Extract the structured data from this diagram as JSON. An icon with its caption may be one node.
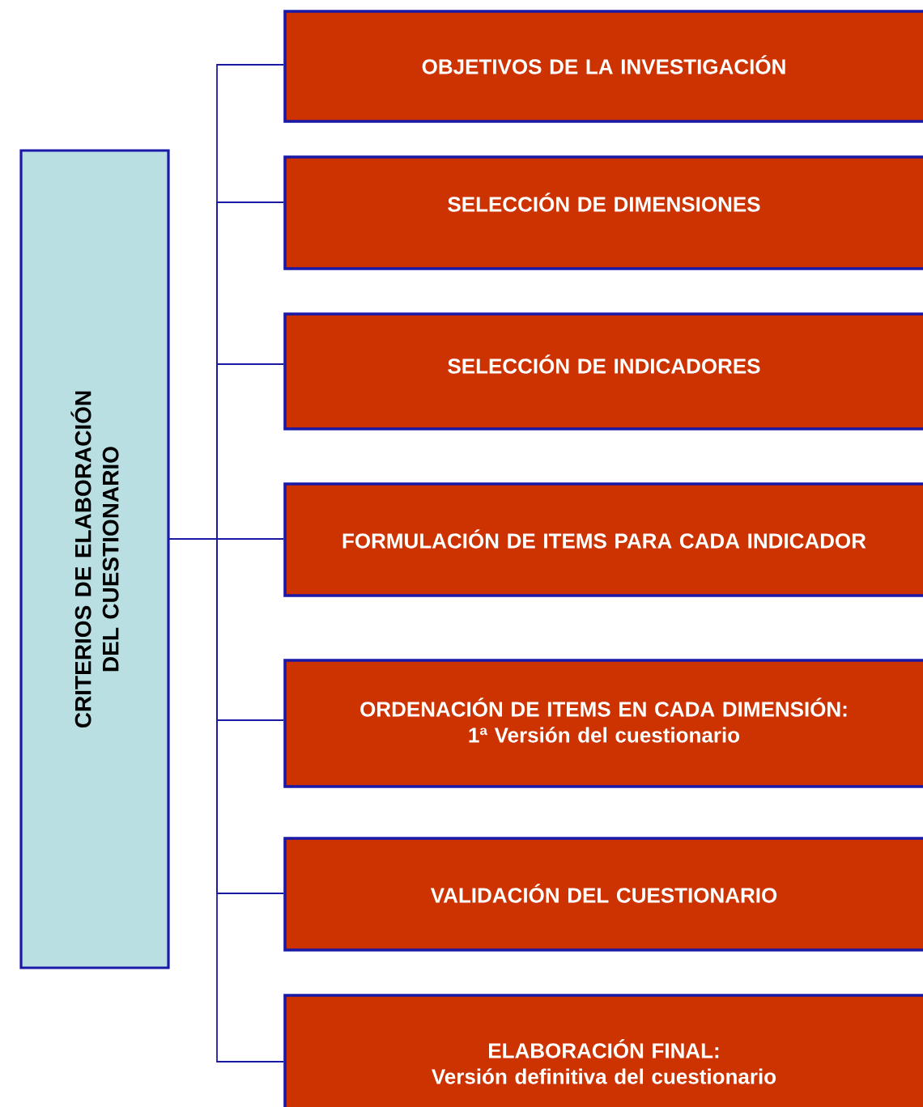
{
  "diagram": {
    "nodes": [
      {
        "text": [
          "CRITERIOS DE ELABORACIÓN DEL CUESTIONARIO"
        ]
      },
      {
        "text": [
          "OBJETIVOS DE LA INVESTIGACIÓN"
        ]
      },
      {
        "text": [
          "SELECCIÓN DE DIMENSIONES"
        ]
      },
      {
        "text": [
          "SELECCIÓN DE INDICADORES"
        ]
      },
      {
        "text": [
          "FORMULACIÓN DE ITEMS PARA CADA INDICADOR"
        ]
      },
      {
        "text": [
          "ORDENACIÓN DE ITEMS EN CADA DIMENSIÓN:",
          "1ª Versión del cuestionario"
        ]
      },
      {
        "text": [
          "VALIDACIÓN DEL CUESTIONARIO"
        ]
      },
      {
        "text": [
          "ELABORACIÓN FINAL:",
          "Versión definitiva del cuestionario"
        ]
      }
    ],
    "edges": [
      {
        "from": 0,
        "to": 1,
        "arrow": "none"
      },
      {
        "from": 0,
        "to": 2,
        "arrow": "none"
      },
      {
        "from": 0,
        "to": 3,
        "arrow": "none"
      },
      {
        "from": 0,
        "to": 4,
        "arrow": "none"
      },
      {
        "from": 0,
        "to": 5,
        "arrow": "none"
      },
      {
        "from": 0,
        "to": 6,
        "arrow": "none"
      },
      {
        "from": 0,
        "to": 7,
        "arrow": "none"
      }
    ]
  }
}
